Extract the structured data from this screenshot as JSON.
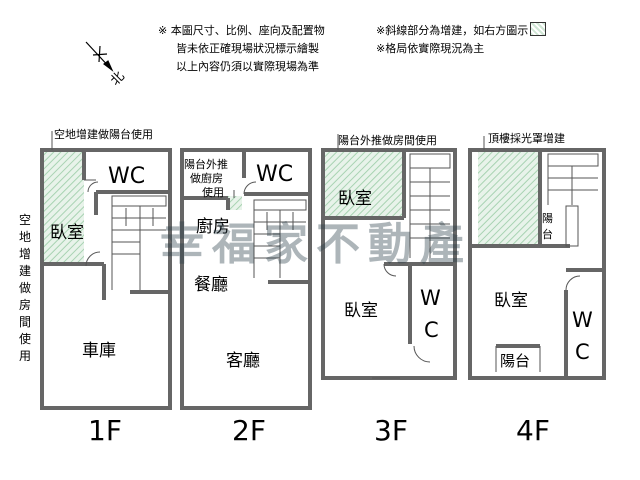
{
  "notes": {
    "left": [
      "※ 本圖尺寸、比例、座向及配置物",
      "皆未依正確現場狀況標示繪製",
      "以上內容仍須以實際現場為準"
    ],
    "right": [
      "※斜線部分為增建，如右方圖示",
      "※格局依實際現況為主"
    ]
  },
  "compass": {
    "label": "北",
    "icon": "north-arrow-icon"
  },
  "legend": {
    "hatch_color": "#cfe6d4",
    "icon": "hatch-swatch-icon"
  },
  "floors": [
    {
      "id": "1F",
      "label": "1F",
      "callout_top": "空地增建做陽台使用",
      "callout_side": "空地增建做房間使用",
      "rooms": {
        "wc": "WC",
        "bedroom": "臥室",
        "garage": "車庫"
      }
    },
    {
      "id": "2F",
      "label": "2F",
      "callout_lines": [
        "陽台外推",
        "做廚房",
        "使用"
      ],
      "rooms": {
        "wc": "WC",
        "kitchen": "廚房",
        "dining": "餐廳",
        "living": "客廳"
      }
    },
    {
      "id": "3F",
      "label": "3F",
      "callout_top": "陽台外推做房間使用",
      "rooms": {
        "bedroom_top": "臥室",
        "bedroom": "臥室",
        "wc_1": "W",
        "wc_2": "C"
      }
    },
    {
      "id": "4F",
      "label": "4F",
      "callout_top": "頂樓採光罩增建",
      "rooms": {
        "balcony_small_1": "陽",
        "balcony_small_2": "台",
        "bedroom": "臥室",
        "balcony": "陽台",
        "wc_1": "W",
        "wc_2": "C"
      }
    }
  ],
  "watermark": "幸福家不動產",
  "colors": {
    "wall": "#666666",
    "hatch": "#cfe6d4",
    "watermark": "#283c46"
  }
}
